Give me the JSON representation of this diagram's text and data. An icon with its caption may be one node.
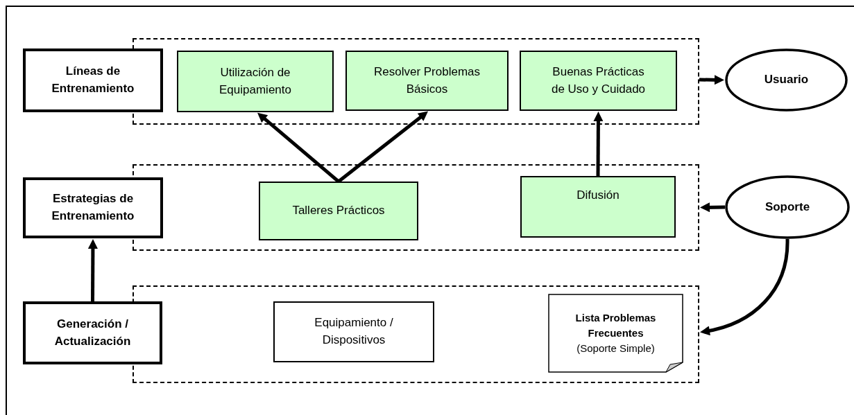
{
  "diagram": {
    "nodes": [
      {
        "text": [
          "Líneas de Entrenamiento"
        ]
      },
      {
        "text": [],
        "shape": "box"
      },
      {
        "text": [
          "Utilización de Equipamiento"
        ],
        "in": 1
      },
      {
        "text": [
          "Resolver Problemas Básicos"
        ],
        "in": 1
      },
      {
        "text": [
          "Buenas Prácticas de Uso y Cuidado"
        ],
        "in": 1
      },
      {
        "text": [
          "Usuario"
        ]
      },
      {
        "text": [
          "Estrategias de Entrenamiento"
        ]
      },
      {
        "text": [],
        "shape": "box"
      },
      {
        "text": [
          "Talleres Prácticos"
        ],
        "in": 7
      },
      {
        "text": [
          "Difusión"
        ],
        "in": 7
      },
      {
        "text": [
          "Soporte"
        ]
      },
      {
        "text": [
          "Generación / Actualización"
        ]
      },
      {
        "text": [],
        "shape": "box"
      },
      {
        "text": [
          "Equipamiento / Dispositivos"
        ],
        "in": 12
      },
      {
        "text": [
          "Lista Problemas Frecuentes",
          "(Soporte Simple)"
        ],
        "in": 12
      }
    ],
    "edges": [
      {
        "from": 8,
        "to": 2,
        "arrow": "to"
      },
      {
        "from": 8,
        "to": 3,
        "arrow": "to"
      },
      {
        "from": 9,
        "to": 4,
        "arrow": "to"
      },
      {
        "from": 1,
        "to": 5,
        "arrow": "to"
      },
      {
        "from": 10,
        "to": 7,
        "arrow": "to"
      },
      {
        "from": 10,
        "to": 12,
        "arrow": "to"
      },
      {
        "from": 11,
        "to": 6,
        "arrow": "to"
      }
    ]
  }
}
